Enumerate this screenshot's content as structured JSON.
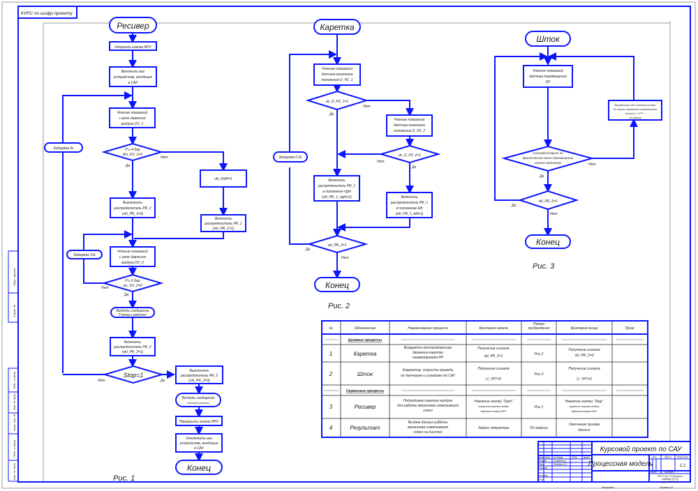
{
  "sheet": {
    "corner_stamp": "КУРС по шифр проекту",
    "line_color": "#0a14ff"
  },
  "fig1": {
    "caption": "Рис. 1",
    "start": "Ресивер",
    "open_valve": "Открыть клапан BPV",
    "enable_devices": [
      "Включить все",
      "устройства, входящие",
      "в САУ"
    ],
    "read_sensor1": [
      "Чтение показаний",
      "с реле давления",
      "воздуха DV_1"
    ],
    "cond1": [
      "P ≥ 4 бар",
      "Ws_DV_1=0"
    ],
    "yes": "Да",
    "no": "Нет",
    "delay5": "Задержка 5с",
    "kmp": "vkl_KMP=1",
    "disable_pr2": [
      "Выключить",
      "распределитель PR_2",
      "(vkl_PR_2=0)"
    ],
    "enable_pr1": [
      "Включить",
      "распределитель PR_1",
      "(vkl_PR_1=1)"
    ],
    "delay10": "Задержка 10с",
    "read_sensor2": [
      "Чтение показаний",
      "с реле давления",
      "воздуха DV_2"
    ],
    "cond2": [
      "P ≥ 6 бар",
      "ws_DV_2=0"
    ],
    "msg_ready": [
      "Выдать сообщение",
      "\"Готов к работе\""
    ],
    "enable_pr2": [
      "Включить",
      "распределитель PR_2",
      "(vkl_PR_2=1)"
    ],
    "stop_cond": "Stop=1",
    "disable_pr2b": [
      "Выключить",
      "распределитель PR_2",
      "(vkl_PR_2=0)"
    ],
    "msg_end": [
      "Выдать сообщение",
      "окончания работы"
    ],
    "close_valve": "Перекрыть клапан BPV",
    "disable_devices": [
      "Отключить все",
      "устройства, входящие",
      "в САУ"
    ],
    "end": "Конец"
  },
  "fig2": {
    "caption": "Рис. 2",
    "start": "Каретка",
    "read_pz1": [
      "Чтение показаний",
      "датчика конечного",
      "положения D_PZ_1"
    ],
    "cond_pz1": "dc_D_PZ_1=1",
    "read_pz2": [
      "Чтение показаний",
      "датчика конечного",
      "положения D_PZ_2"
    ],
    "cond_pz2": "dc_D_PZ_2=1",
    "delay": "Задержка 0.5с",
    "enable_right": [
      "Включить",
      "распределитель PR_1",
      "в положение right",
      "(vkl_PR_1_right=1)"
    ],
    "enable_left": [
      "Включить",
      "распределитель PR_1",
      "в положение left",
      "(vkl_PR_1_left=1)"
    ],
    "cond_pr2": "vkl_PR_2=1",
    "yes": "Да",
    "no": "Нет",
    "end": "Конец"
  },
  "fig3": {
    "caption": "Рис. 3",
    "start": "Шток",
    "read_dp": [
      "Чтение показаний",
      "датчика перемещения",
      "DP"
    ],
    "cond_match": [
      "Соответствует ли",
      "фактический закон перемещения",
      "штока заданному"
    ],
    "correct": [
      "Выработка САУ сигнала ошибки",
      "по часто изменения перемещения",
      "штока U_YPT =",
      "по закону"
    ],
    "cond_pr2": "vkl_PR_2=1",
    "yes": "Да",
    "no": "Нет",
    "end": "Конец"
  },
  "table": {
    "headers": [
      "№",
      "Обозначение",
      "Наименование процесса",
      "Критерий начала",
      "Режим пробуждения",
      "Критерий конца",
      "Прим"
    ],
    "dash": "————————————",
    "group_main": "Целевые процессы",
    "group_service": "Сервисные процессы",
    "rows": [
      {
        "num": "1",
        "name": "Каретка",
        "process": [
          "Возвратно-поступательное",
          "движение каретки",
          "пневмопривода PP"
        ],
        "start": [
          "Получение сигнала",
          "vkl_PR_2=1"
        ],
        "mode": "Рис.2",
        "end": [
          "Получение сигнала",
          "vkl_PR_2=0"
        ],
        "note": ""
      },
      {
        "num": "2",
        "name": "Шток",
        "process": [
          "Корректир. скорости привода",
          "по датчикам и сигналам от САУ"
        ],
        "start": [
          "Получение сигнала",
          "U_YPT=0"
        ],
        "mode": "Рис.3",
        "end": [
          "Получение сигнала",
          "U_YPT=0"
        ],
        "note": ""
      },
      {
        "num": "3",
        "name": "Ресивер",
        "process": [
          "Подготовка сжатого воздуха",
          "для работы механизма схватывания",
          "сопел"
        ],
        "start": [
          "Нажатие кнопки \"Start\"",
          "открытие клапана подачи",
          "давления воздуха BPV"
        ],
        "mode": "Рис.1",
        "end": [
          "Нажатие кнопки \"Stop\"",
          "закрытие клапана подачи",
          "давления воздуха BPV"
        ],
        "note": ""
      },
      {
        "num": "4",
        "name": "Результат",
        "process": [
          "Выдача данных работы",
          "механизма схватывания",
          "сопел на дисплей"
        ],
        "start": [
          "Запрос оператора"
        ],
        "mode": "По запросу",
        "end": [
          "Окончание приема",
          "данных"
        ],
        "note": ""
      }
    ]
  },
  "title_block": {
    "project": "Курсовой проект по САУ",
    "drawing_name": "Процессная модель",
    "col_lit": "Лит.",
    "col_mass": "Масса",
    "col_scale": "Масштаб",
    "scale_value": "1:1",
    "sheet": "Лист",
    "sheets": "Листов 1",
    "org": [
      "МГТУ им. Н.Э.Баумана",
      "кафедра РК-10",
      "группа РК10-71"
    ],
    "rev_headers": [
      "Изм.",
      "Лист",
      "№ докум.",
      "Подп.",
      "Дата"
    ],
    "roles": [
      "Разраб.",
      "Пров.",
      "Т.контр.",
      "",
      "Н.контр.",
      "Утв."
    ],
    "names": [
      "Студент А.",
      "Лебедев В.Л."
    ],
    "copied": "Копировал",
    "format": "Формат А3"
  },
  "side_stamp": {
    "labels": [
      "Перв. примен.",
      "Справ. №",
      "Подп. и дата",
      "Инв. № дубл.",
      "Взам. инв. №",
      "Подп. и дата",
      "Инв. № подл."
    ]
  }
}
